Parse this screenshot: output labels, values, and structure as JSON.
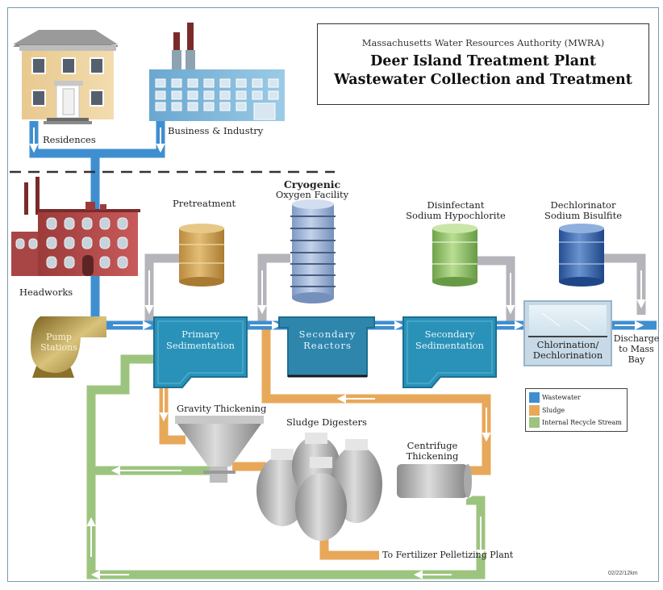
{
  "title": {
    "organization": "Massachusetts Water Resources Authority (MWRA)",
    "line1": "Deer Island Treatment Plant",
    "line2": "Wastewater Collection and Treatment"
  },
  "sources": {
    "residences": "Residences",
    "business": "Business & Industry"
  },
  "facilities": {
    "headworks": "Headworks",
    "pump_line1": "Pump",
    "pump_line2": "Stations",
    "pretreatment": "Pretreatment",
    "cryo_line1": "Cryogenic",
    "cryo_line2": "Oxygen Facility",
    "disinfectant_line1": "Disinfectant",
    "disinfectant_line2": "Sodium Hypochlorite",
    "dechlor_line1": "Dechlorinator",
    "dechlor_line2": "Sodium Bisulfite"
  },
  "process": {
    "primary_line1": "Primary",
    "primary_line2": "Sedimentation",
    "reactors_line1": "Secondary",
    "reactors_line2": "Reactors",
    "secsed_line1": "Secondary",
    "secsed_line2": "Sedimentation",
    "chlor_line1": "Chlorination/",
    "chlor_line2": "Dechlorination",
    "discharge_line1": "Discharge",
    "discharge_line2": "to Mass",
    "discharge_line3": "Bay"
  },
  "solids": {
    "gravity": "Gravity Thickening",
    "digesters": "Sludge Digesters",
    "centrifuge_line1": "Centrifuge",
    "centrifuge_line2": "Thickening",
    "fertilizer": "To Fertilizer Pelletizing Plant"
  },
  "legend": [
    {
      "label": "Wastewater",
      "color": "#3f8fd0"
    },
    {
      "label": "Sludge",
      "color": "#e8a85a"
    },
    {
      "label": "Internal Recycle Stream",
      "color": "#9cc47e"
    }
  ],
  "colors": {
    "wastewater": "#3f8fd0",
    "sludge": "#e8a85a",
    "recycle": "#9cc47e",
    "chemical": "#b4b4ba",
    "tank": "#2a92b8"
  },
  "stamp": "02/22/12km"
}
